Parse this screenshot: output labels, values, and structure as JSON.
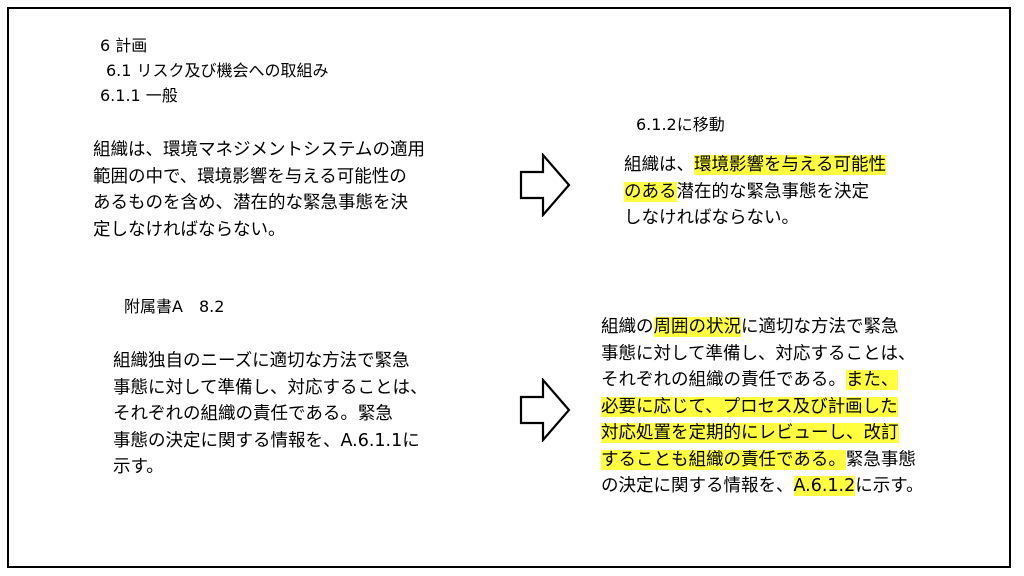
{
  "theme": {
    "highlight": "#ffff40",
    "border": "#000000",
    "text": "#000000"
  },
  "left": {
    "heading_1": "6 計画",
    "heading_2": "6.1 リスク及び機会への取組み",
    "heading_3": "6.1.1 一般",
    "para_1": {
      "line_1": "組織は、環境マネジメントシステムの適用",
      "line_2": "範囲の中で、環境影響を与える可能性の",
      "line_3": "あるものを含め、潜在的な緊急事態を決",
      "line_4": "定しなければならない。"
    },
    "annex_heading": "附属書A　8.2",
    "para_2": {
      "line_1": "組織独自のニーズに適切な方法で緊急",
      "line_2": "事態に対して準備し、対応することは、",
      "line_3": "それぞれの組織の責任である。緊急",
      "line_4": "事態の決定に関する情報を、A.6.1.1に",
      "line_5": "示す。"
    }
  },
  "right": {
    "heading": "6.1.2に移動",
    "para_1": {
      "l1_a": "組織は、",
      "l1_b": "環境影響を与える可能性",
      "l2_a": "のある",
      "l2_b": "潜在的な緊急事態を決定",
      "l3": "しなければならない。"
    },
    "para_2": {
      "l1_a": "組織の",
      "l1_b": "周囲の状況",
      "l1_c": "に適切な方法で緊急",
      "l2": "事態に対して準備し、対応することは、",
      "l3_a": "それぞれの組織の責任である。",
      "l3_b": "また、",
      "l4": "必要に応じて、プロセス及び計画した",
      "l5": "対応処置を定期的にレビューし、改訂",
      "l6_a": "することも組織の責任である。",
      "l6_b": "緊急事態",
      "l7_a": "の決定に関する情報を、",
      "l7_b": "A.6.1.2",
      "l7_c": "に示す。"
    }
  },
  "arrows": {
    "icon": "right-arrow-outline-icon"
  }
}
